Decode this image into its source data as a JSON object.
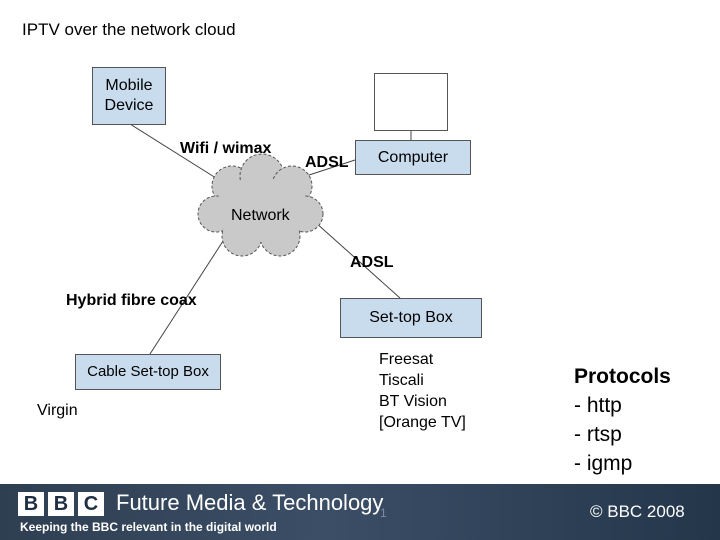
{
  "title": "IPTV over the network cloud",
  "nodes": {
    "mobile": "Mobile Device",
    "computer": "Computer",
    "network": "Network",
    "settop": "Set-top Box",
    "cable": "Cable Set-top Box"
  },
  "links": {
    "wifi": "Wifi / wimax",
    "adsl_computer": "ADSL",
    "adsl_settop": "ADSL",
    "hfc": "Hybrid fibre coax"
  },
  "providers": {
    "virgin": "Virgin",
    "settop_services": [
      "Freesat",
      "Tiscali",
      "BT Vision",
      "[Orange TV]"
    ]
  },
  "protocols": {
    "heading": "Protocols",
    "items": [
      "- http",
      "- rtsp",
      "- igmp"
    ]
  },
  "footer": {
    "logo_letters": [
      "B",
      "B",
      "C"
    ],
    "brand": "Future Media & Technology",
    "tagline": "Keeping the BBC relevant in the digital world",
    "page": "1",
    "copyright": "© BBC 2008"
  }
}
